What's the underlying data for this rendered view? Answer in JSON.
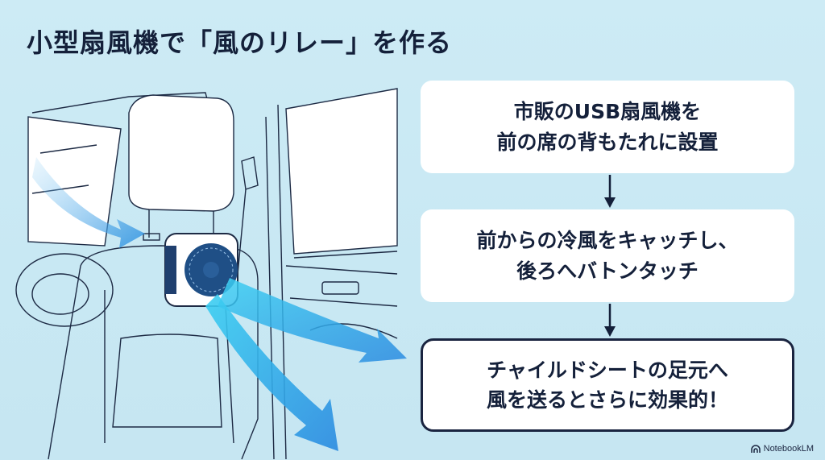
{
  "title": "小型扇風機で「風のリレー」を作る",
  "steps": [
    {
      "lines": [
        "市販のUSB扇風機を",
        "前の席の背もたれに設置"
      ]
    },
    {
      "lines": [
        "前からの冷風をキャッチし、",
        "後ろへバトンタッチ"
      ]
    },
    {
      "lines": [
        "チャイルドシートの足元へ",
        "風を送るとさらに効果的！"
      ]
    }
  ],
  "illustration": {
    "subject": "car interior with USB fan clipped to front seat headrest, blue airflow arrows",
    "colors": {
      "line": "#1d2a44",
      "airflow": "#2a8fe0",
      "airflow_light": "#3cc8f0",
      "fan": "#1f4f86"
    }
  },
  "brand": {
    "label": "NotebookLM",
    "icon": "notebooklm-logo-icon"
  },
  "colors": {
    "background": "#cdebf5",
    "text": "#14203a",
    "box": "#ffffff",
    "box_border": "#1a2440"
  }
}
